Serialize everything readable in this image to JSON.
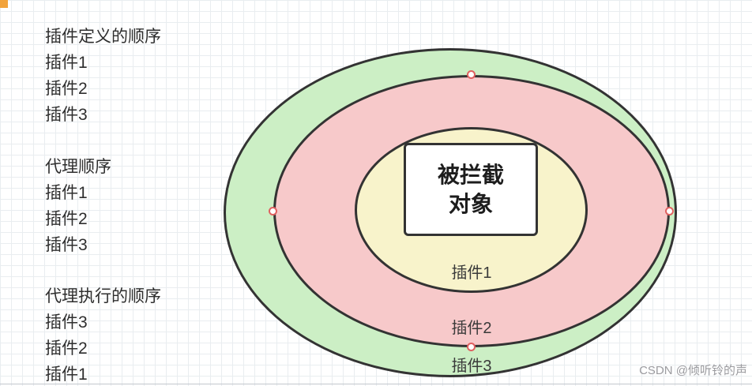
{
  "notes": {
    "groups": [
      {
        "title": "插件定义的顺序",
        "items": [
          "插件1",
          "插件2",
          "插件3"
        ]
      },
      {
        "title": "代理顺序",
        "items": [
          "插件1",
          "插件2",
          "插件3"
        ]
      },
      {
        "title": "代理执行的顺序",
        "items": [
          "插件3",
          "插件2",
          "插件1"
        ]
      }
    ]
  },
  "diagram": {
    "stroke_color": "#333333",
    "rings": [
      {
        "id": "outer",
        "label": "插件3",
        "fill": "#ccefc5"
      },
      {
        "id": "middle",
        "label": "插件2",
        "fill": "#f7c9ca"
      },
      {
        "id": "inner",
        "label": "插件1",
        "fill": "#f8f3cb"
      }
    ],
    "center_box": {
      "line1": "被拦截",
      "line2": "对象",
      "fill": "#ffffff"
    },
    "handle_color": "#e06060"
  },
  "watermark": {
    "text": "CSDN @倾听铃的声"
  }
}
